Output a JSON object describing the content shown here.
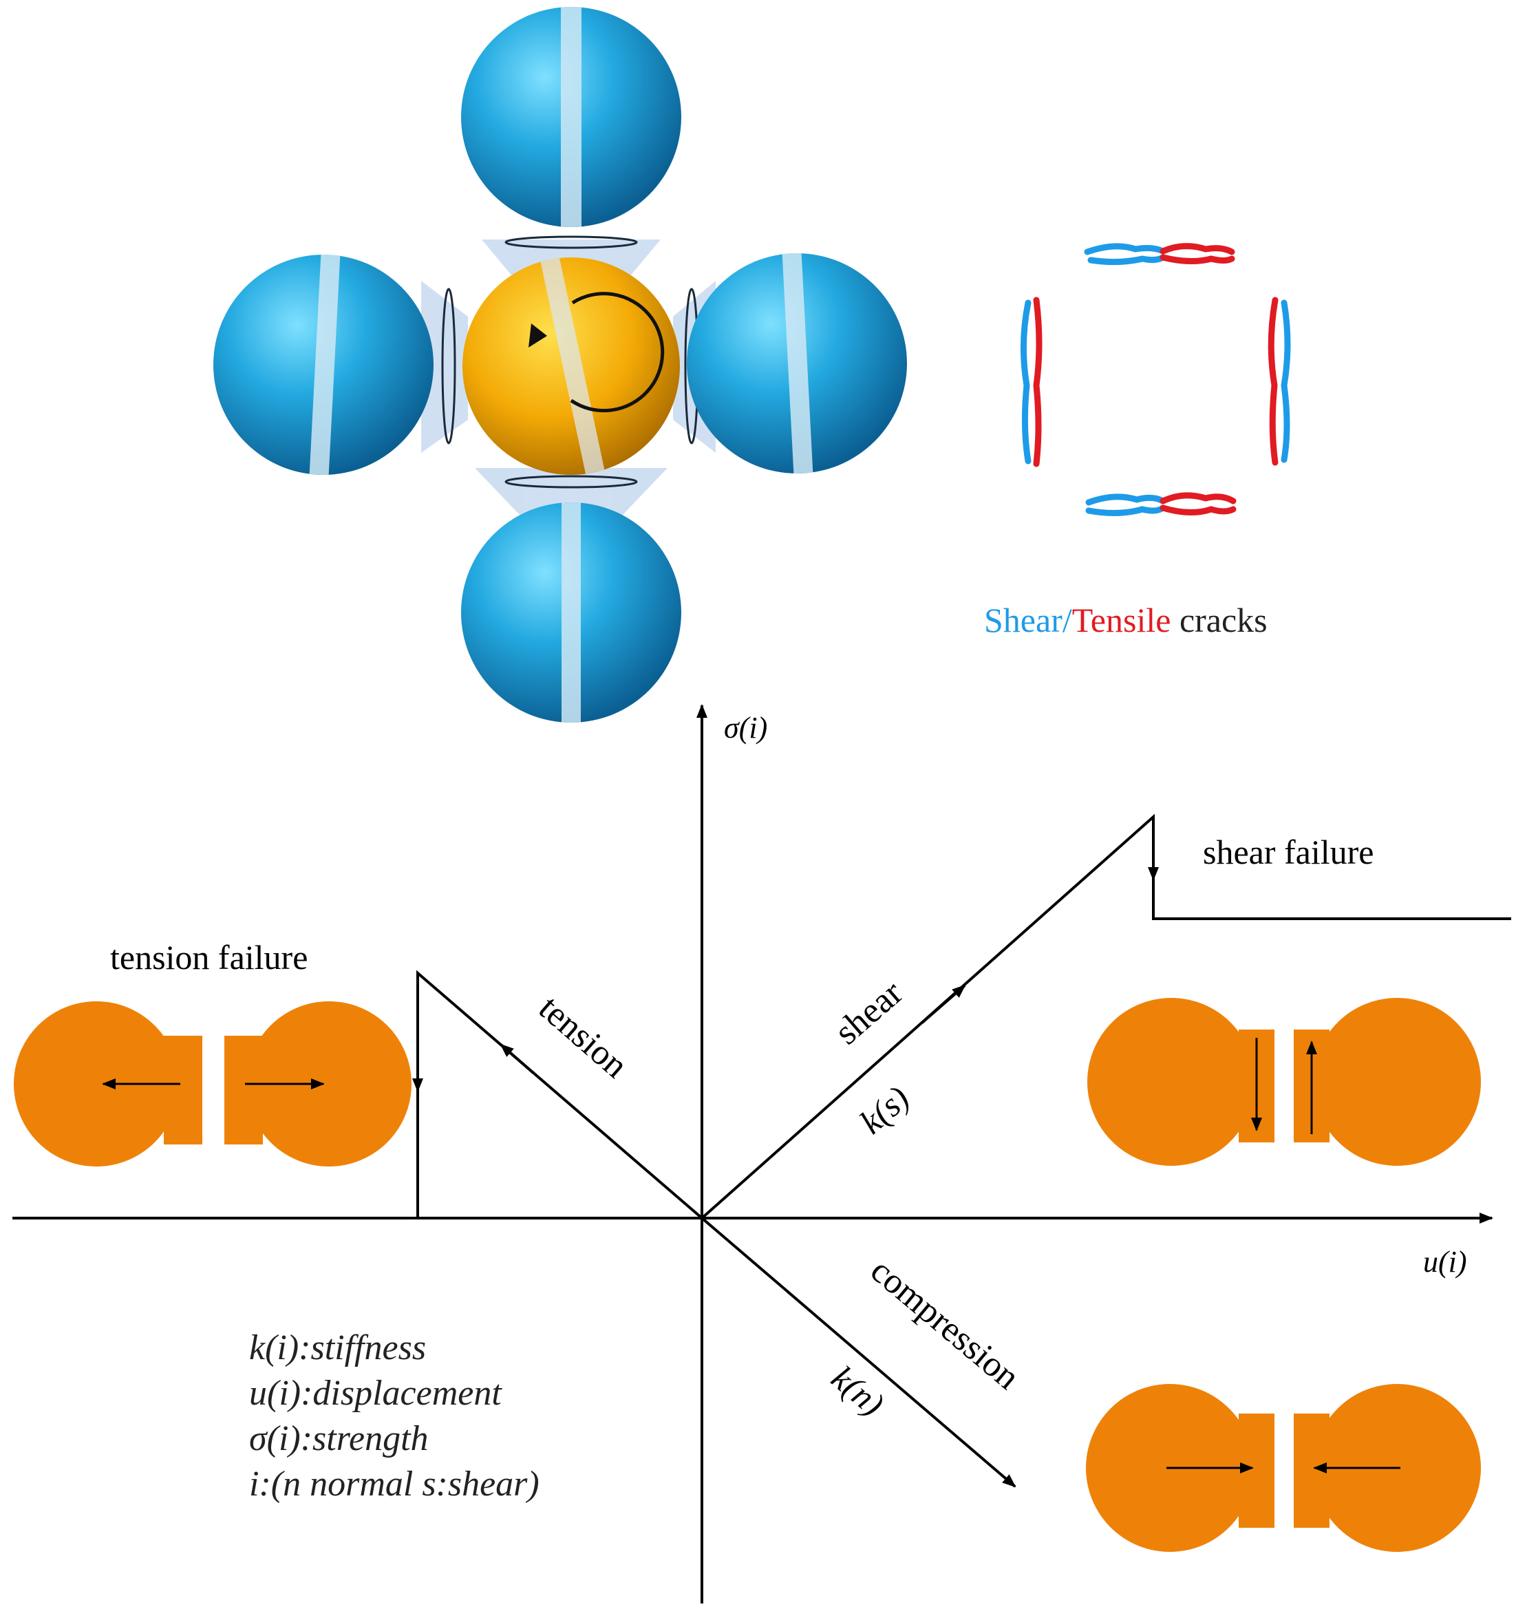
{
  "legend": {
    "shear_word": "Shear",
    "separator": "/",
    "tensile_word": "Tensile",
    "suffix": " cracks"
  },
  "axes": {
    "y_label": "σ(i)",
    "x_label": "u(i)"
  },
  "curve_labels": {
    "shear_failure": "shear failure",
    "tension_failure": "tension failure",
    "tension": "tension",
    "shear": "shear",
    "compression": "compression",
    "k_s": "k(s)",
    "k_n": "k(n)"
  },
  "definitions": [
    "k(i):stiffness",
    "u(i):displacement",
    "σ(i):strength",
    "i:(n normal s:shear)"
  ],
  "colors": {
    "shear_blue": "#1e9be8",
    "tensile_red": "#e11b22",
    "particle_blue": "#1c9fd8",
    "particle_center": "#f0a500",
    "bond_orange": "#ee8208",
    "axis": "#000000"
  }
}
